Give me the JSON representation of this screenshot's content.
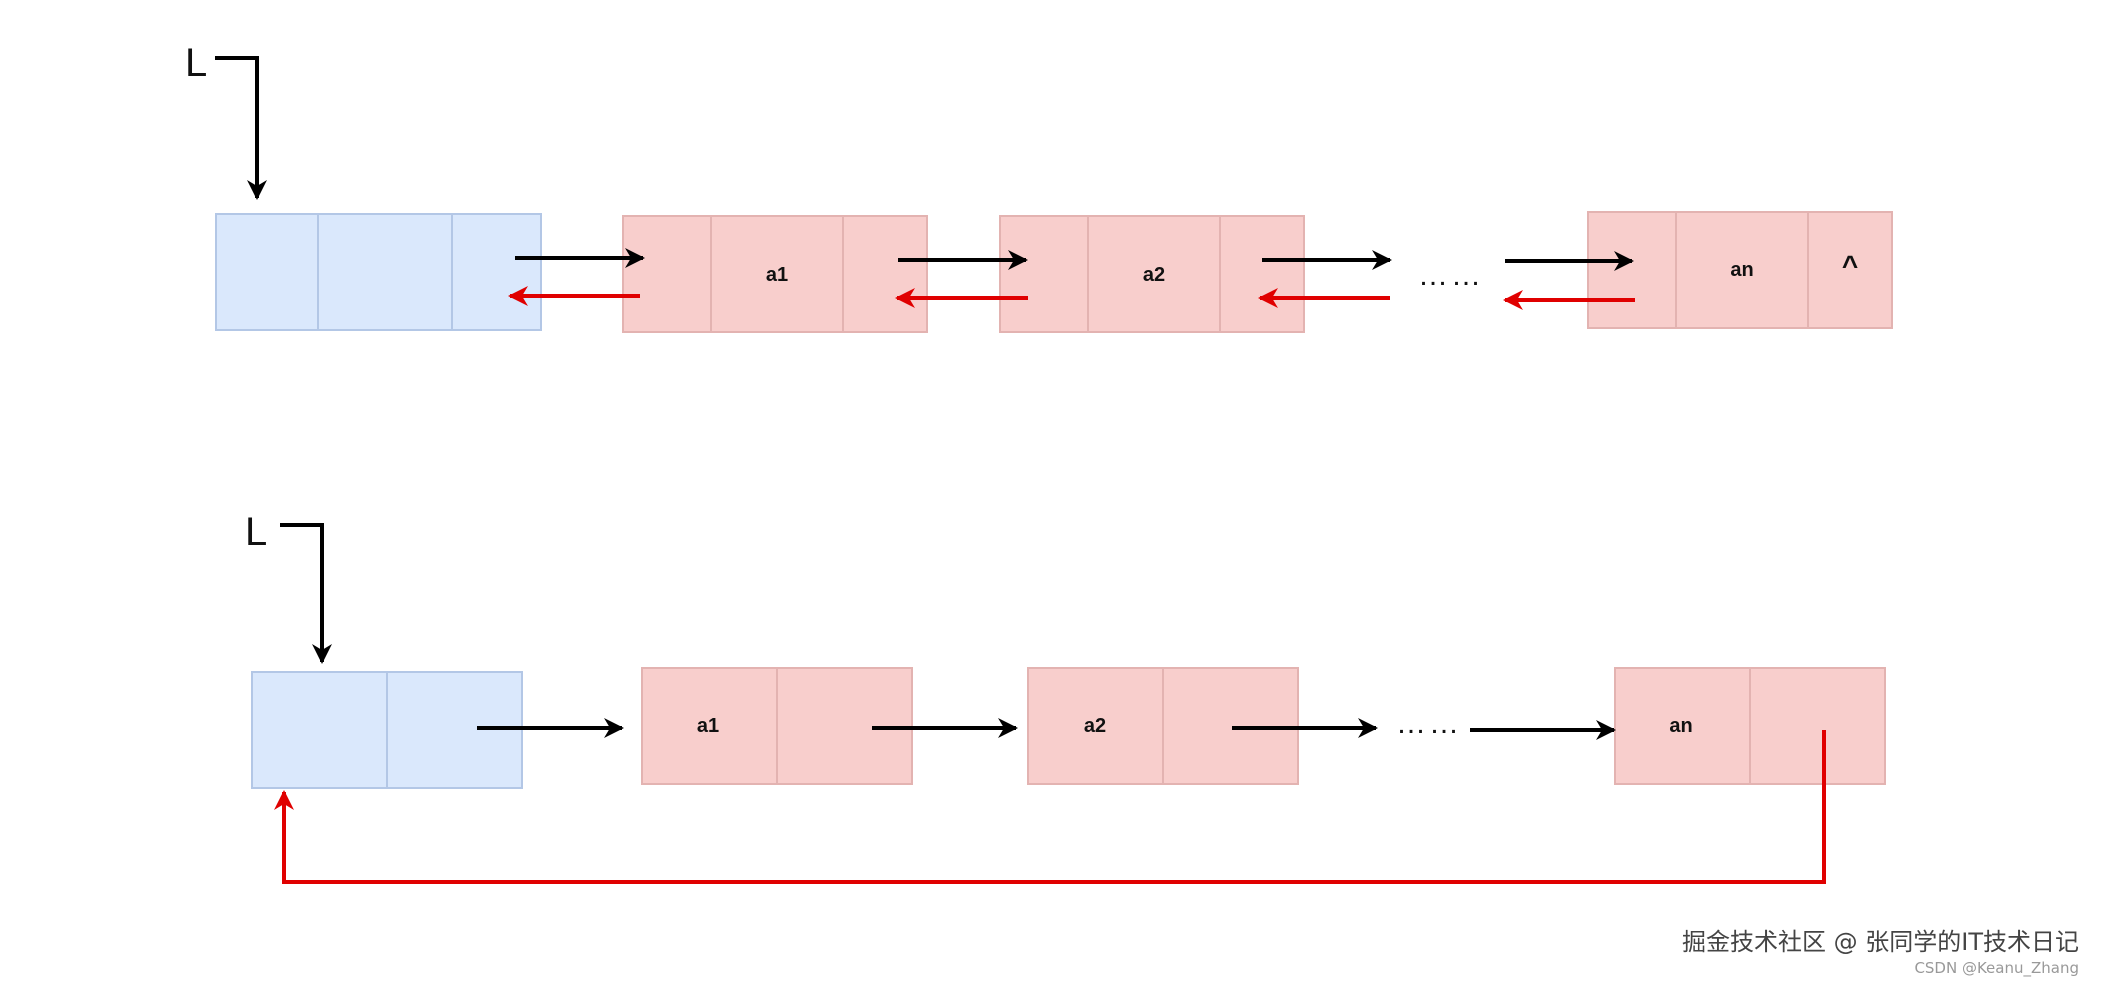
{
  "colors": {
    "head_fill": "#dae8fc",
    "head_stroke": "#b3c7e6",
    "node_fill": "#f8cecc",
    "node_stroke": "#e3b3b1",
    "forward_arrow": "#000000",
    "backward_arrow": "#e00000"
  },
  "icons": {
    "arrow": "arrow-right-icon",
    "back_arrow": "arrow-left-icon"
  },
  "doubly_list": {
    "pointer_label": "L",
    "nodes": [
      "a1",
      "a2",
      "an"
    ],
    "ellipsis": "……",
    "null_symbol": "^"
  },
  "circular_list": {
    "pointer_label": "L",
    "nodes": [
      "a1",
      "a2",
      "an"
    ],
    "ellipsis": "……"
  },
  "watermark": {
    "main": "掘金技术社区 @ 张同学的IT技术日记",
    "sub": "CSDN @Keanu_Zhang"
  }
}
